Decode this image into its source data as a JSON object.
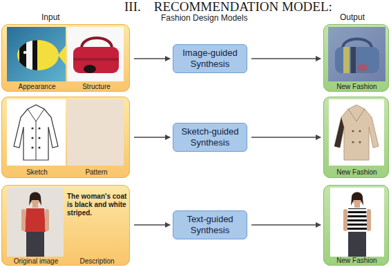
{
  "diagram": {
    "title": "III.    RECOMMENDATION MODEL:",
    "nodes": [
      {
        "text": [
          "Appearance",
          "Structure"
        ]
      },
      {
        "text": [
          "Image-guided Synthesis"
        ]
      },
      {
        "text": [
          "New Fashion"
        ]
      },
      {
        "text": [
          "Sketch",
          "Pattern"
        ]
      },
      {
        "text": [
          "Sketch-guided Synthesis"
        ]
      },
      {
        "text": [
          "New Fashion"
        ]
      },
      {
        "text": [
          "The woman's coat is black and white striped.",
          "Original image",
          "Description"
        ]
      },
      {
        "text": [
          "Text-guided Synthesis"
        ]
      },
      {
        "text": [
          "New Fashion"
        ]
      }
    ],
    "edges": [
      {
        "from": 0,
        "to": 1,
        "arrow": "to"
      },
      {
        "from": 1,
        "to": 2,
        "arrow": "to"
      },
      {
        "from": 3,
        "to": 4,
        "arrow": "to"
      },
      {
        "from": 4,
        "to": 5,
        "arrow": "to"
      },
      {
        "from": 6,
        "to": 7,
        "arrow": "to"
      },
      {
        "from": 7,
        "to": 8,
        "arrow": "to"
      }
    ],
    "labels": [
      "Input",
      "Fashion Design Models",
      "Output"
    ]
  }
}
